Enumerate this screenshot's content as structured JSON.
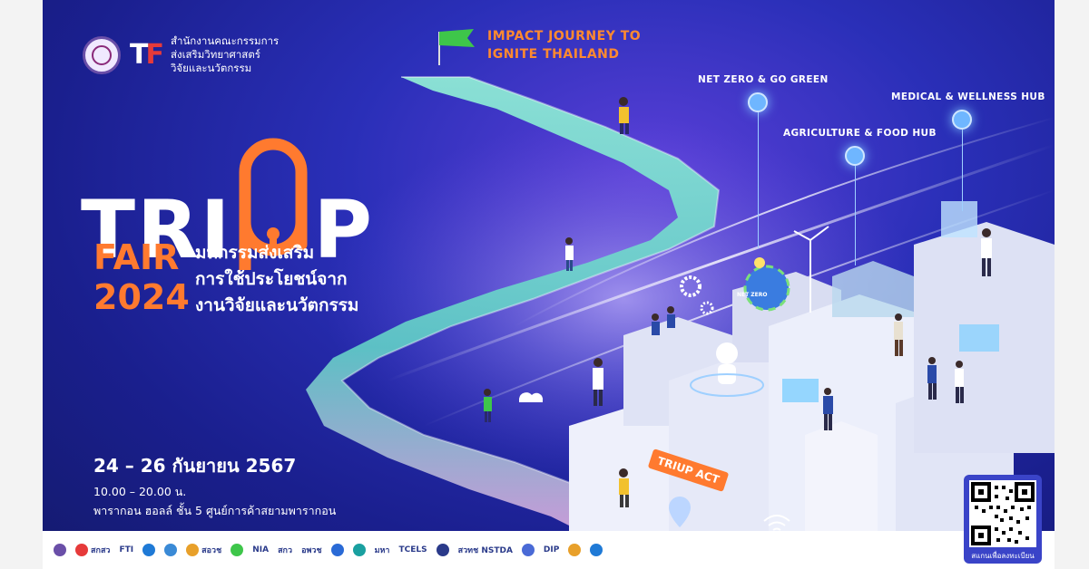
{
  "header": {
    "org_lines": [
      "สำนักงานคณะกรรมการ",
      "ส่งเสริมวิทยาศาสตร์",
      "วิจัยและนวัตกรรม"
    ]
  },
  "title": {
    "tri": "TRI",
    "p": "P",
    "fair": "FAIR",
    "year": "2024",
    "thai_lines": [
      "มหกรรมส่งเสริม",
      "การใช้ประโยชน์จาก",
      "งานวิจัยและนวัตกรรม"
    ]
  },
  "event": {
    "dates": "24 – 26 กันยายน 2567",
    "hours": "10.00 – 20.00 น.",
    "venue": "พารากอน ฮอลล์ ชั้น 5 ศูนย์การค้าสยามพารากอน"
  },
  "impact": {
    "line1": "IMPACT JOURNEY TO",
    "line2": "IGNITE THAILAND"
  },
  "hubs": [
    {
      "label": "NET ZERO & GO GREEN",
      "icon": "leaf-icon"
    },
    {
      "label": "AGRICULTURE & FOOD HUB",
      "icon": "sprout-icon"
    },
    {
      "label": "MEDICAL & WELLNESS HUB",
      "icon": "health-icon"
    }
  ],
  "badges": {
    "act": "TRIUP ACT",
    "netzero": "NET ZERO"
  },
  "qr": {
    "caption": "สแกนเพื่อลงทะเบียน"
  },
  "sponsors": [
    "สกสว",
    "FTI",
    "",
    "",
    "สอวช",
    "",
    "NIA",
    "สกว",
    "อพวช",
    "",
    "",
    "มหา",
    "TCELS",
    "",
    "สวทช NSTDA",
    "",
    "DIP",
    "",
    ""
  ],
  "colors": {
    "accent_orange": "#ff7a2f",
    "background_blue": "#1a1f8e",
    "stair_teal": "#6fe3c8",
    "stair_pink": "#e89adf"
  }
}
